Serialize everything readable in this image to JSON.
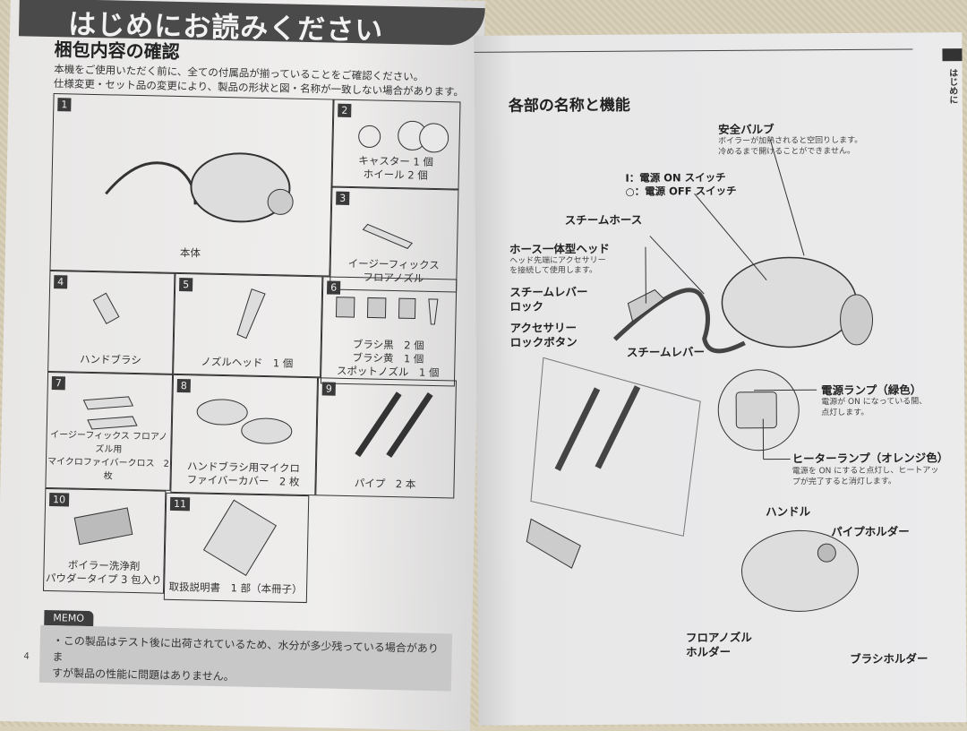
{
  "left_page": {
    "banner": "はじめにお読みください",
    "section_title": "梱包内容の確認",
    "intro_lines": [
      "本機をご使用いただく前に、全ての付属品が揃っていることをご確認ください。",
      "仕様変更・セット品の変更により、製品の形状と図・名称が一致しない場合があります。"
    ],
    "items": [
      {
        "num": "1",
        "label": "本体"
      },
      {
        "num": "2",
        "label": "キャスター 1 個\nホイール 2 個"
      },
      {
        "num": "3",
        "label": "イージーフィックス\nフロアノズル"
      },
      {
        "num": "4",
        "label": "ハンドブラシ"
      },
      {
        "num": "5",
        "label": "ノズルヘッド　1 個"
      },
      {
        "num": "6",
        "label": "ブラシ黒　2 個\nブラシ黄　1 個\nスポットノズル　1 個"
      },
      {
        "num": "7",
        "label": "イージーフィックス フロアノズル用\nマイクロファイバークロス　2 枚"
      },
      {
        "num": "8",
        "label": "ハンドブラシ用マイクロ\nファイバーカバー　2 枚"
      },
      {
        "num": "9",
        "label": "パイプ　2 本"
      },
      {
        "num": "10",
        "label": "ボイラー洗浄剤\nパウダータイプ 3 包入り"
      },
      {
        "num": "11",
        "label": "取扱説明書　1 部（本冊子）"
      }
    ],
    "memo_label": "MEMO",
    "memo_lines": [
      "・この製品はテスト後に出荷されているため、水分が多少残っている場合がありま",
      "すが製品の性能に問題はありません。"
    ],
    "page_number": "4"
  },
  "right_page": {
    "side_tab": "はじめに",
    "section_title": "各部の名称と機能",
    "parts": {
      "safety_valve": {
        "name": "安全バルブ",
        "desc": [
          "ボイラーが加熱されると空回りします。",
          "冷めるまで開けることができません。"
        ]
      },
      "power_on": "Ⅰ：電源 ON スイッチ",
      "power_off": "○：電源 OFF スイッチ",
      "steam_hose": "スチームホース",
      "hose_head": {
        "name": "ホース一体型ヘッド",
        "desc": [
          "ヘッド先端にアクセサリー",
          "を接続して使用します。"
        ]
      },
      "lever_lock": [
        "スチームレバー",
        "ロック"
      ],
      "accessory_lock": [
        "アクセサリー",
        "ロックボタン"
      ],
      "steam_lever": "スチームレバー",
      "power_lamp": {
        "name": "電源ランプ（緑色）",
        "desc": [
          "電源が ON になっている間、",
          "点灯します。"
        ]
      },
      "heater_lamp": {
        "name": "ヒーターランプ（オレンジ色）",
        "desc": [
          "電源を ON にすると点灯し、ヒートアッ",
          "プが完了すると消灯します。"
        ]
      },
      "handle": "ハンドル",
      "pipe_holder": "パイプホルダー",
      "floor_nozzle_holder": [
        "フロアノズル",
        "ホルダー"
      ],
      "brush_holder": "ブラシホルダー"
    }
  }
}
